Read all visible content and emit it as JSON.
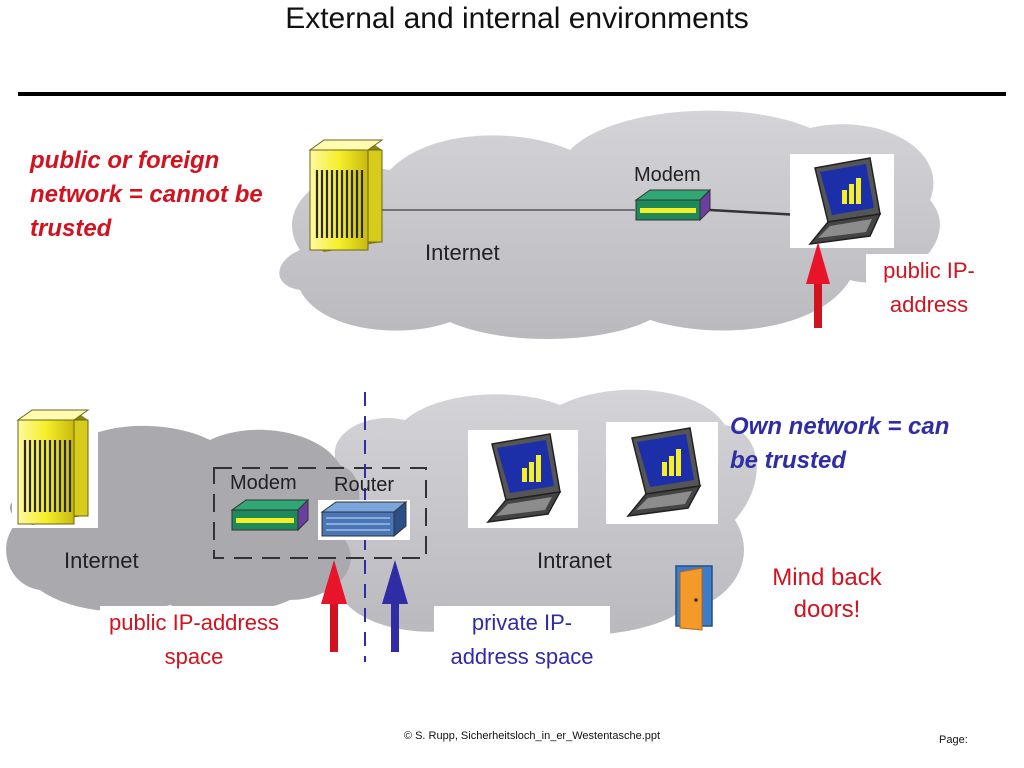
{
  "slide": {
    "title": "External and internal environments"
  },
  "top_panel": {
    "note": "public or foreign network = cannot be trusted",
    "internet_label": "Internet",
    "modem_label": "Modem",
    "address_label": "public IP-address"
  },
  "bottom_panel": {
    "note": "Own network = can be trusted",
    "internet_label": "Internet",
    "intranet_label": "Intranet",
    "modem_label": "Modem",
    "router_label": "Router",
    "public_address_label": "public IP-address space",
    "private_address_label": "private IP-address space",
    "back_doors_note": "Mind back doors!"
  },
  "footer": {
    "copyright": "©  S. Rupp, Sicherheitsloch_in_er_Westentasche.ppt",
    "page_label": "Page:"
  },
  "colors": {
    "cloud": "#c8c8cc",
    "cloud_dark": "#a9a9ae",
    "server_yellow": "#f5ef2a",
    "accent_red": "#d1131f",
    "accent_blue": "#2f2ca6",
    "modem_green": "#1e8a5a",
    "router_blue": "#4a76b8",
    "door_orange": "#f39a2b"
  },
  "icons": [
    "server-icon",
    "modem-icon",
    "laptop-icon",
    "router-icon",
    "door-icon",
    "arrow-up-icon"
  ]
}
